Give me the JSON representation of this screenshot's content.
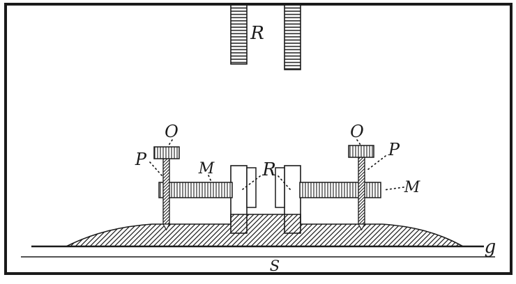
{
  "figure": {
    "description": "Engraved technical diagram: two vertical toothed rods R clamped by brackets M with thumb-screws P and knobs O, set into a hatched mound on ground line g above baseline S",
    "labels": {
      "rail_top": "R",
      "rail_mid": "R",
      "left": {
        "knob": "O",
        "screw": "P",
        "clamp": "M"
      },
      "right": {
        "knob": "O",
        "screw": "P",
        "clamp": "M"
      },
      "ground": "g",
      "baseline": "S"
    },
    "colors": {
      "ink": "#1a1a1a",
      "paper": "#ffffff"
    }
  }
}
